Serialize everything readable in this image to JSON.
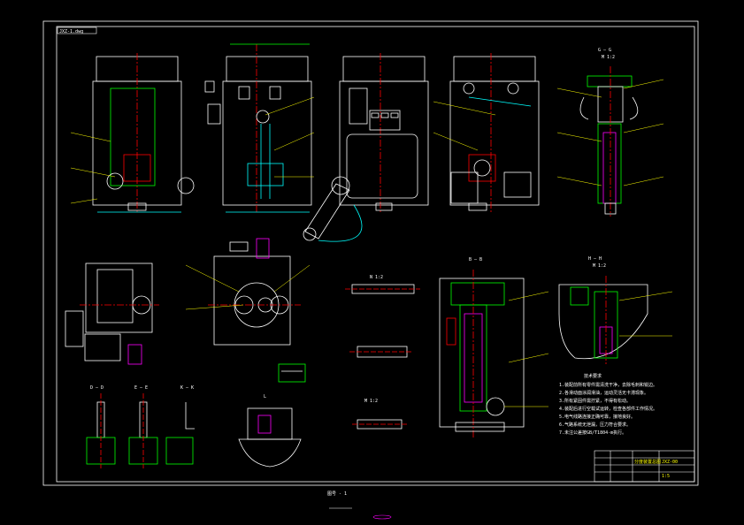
{
  "drawing": {
    "corner_tag": "JXZ-1.dwg",
    "section_labels": {
      "gg": "G — G",
      "gg_scale": "M 1:2",
      "bb": "B — B",
      "hh": "H — H",
      "hh_scale": "M 1:2",
      "dd": "D — D",
      "ee": "E — E",
      "kk": "K — K",
      "m": "M 1:2",
      "n": "N 1:2",
      "l": "L"
    },
    "notes_title": "技术要求",
    "notes": [
      "1.装配前所有零件需清洗干净，去除毛刺和锐边。",
      "2.各滑动面涂润滑油，运动灵活无卡滞现象。",
      "3.所有紧固件需拧紧，不得有松动。",
      "4.装配后进行空载试运转，检查各部件工作情况。",
      "5.电气线路连接正确可靠，接地良好。",
      "6.气路系统无泄漏，压力符合要求。",
      "7.未注公差按GB/T1804-m执行。"
    ],
    "title_block": {
      "name": "分度装置总图",
      "drawing_no": "JXZ-00",
      "scale": "1:5"
    },
    "bottom_caption": "图号 - 1"
  },
  "colors": {
    "frame": "#ffffff",
    "outline": "#ffffff",
    "leader": "#ffff00",
    "hatch": "#00ff00",
    "center": "#ff0000",
    "accent_cyan": "#00ffff",
    "accent_magenta": "#ff00ff",
    "accent_blue": "#0000ff"
  }
}
